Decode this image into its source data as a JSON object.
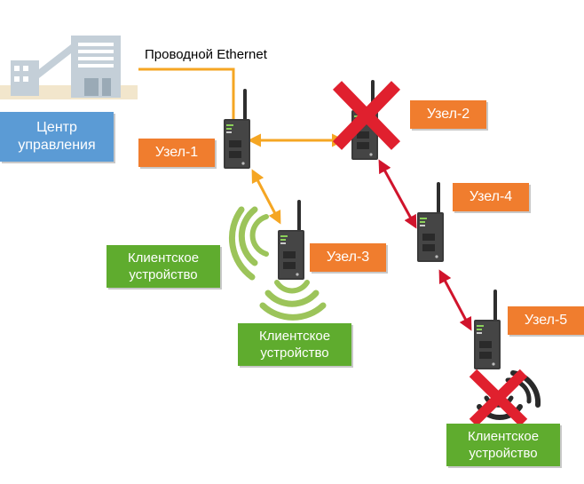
{
  "wired_link_label": "Проводной Ethernet",
  "control_center_label": "Центр\nуправления",
  "nodes": [
    {
      "id": "node-1",
      "label": "Узел-1",
      "status": "active"
    },
    {
      "id": "node-2",
      "label": "Узел-2",
      "status": "failed"
    },
    {
      "id": "node-3",
      "label": "Узел-3",
      "status": "active"
    },
    {
      "id": "node-4",
      "label": "Узел-4",
      "status": "active"
    },
    {
      "id": "node-5",
      "label": "Узел-5",
      "status": "active"
    }
  ],
  "clients": [
    {
      "id": "client-left",
      "label": "Клиентское\nустройство"
    },
    {
      "id": "client-bottom",
      "label": "Клиентское\nустройство"
    },
    {
      "id": "client-right",
      "label": "Клиентское\nустройство",
      "status": "failed"
    }
  ],
  "links": [
    {
      "from": "control-center",
      "to": "node-1",
      "type": "wired"
    },
    {
      "from": "node-1",
      "to": "node-2",
      "type": "wireless-ok"
    },
    {
      "from": "node-1",
      "to": "node-3",
      "type": "wireless-ok"
    },
    {
      "from": "node-2",
      "to": "node-4",
      "type": "wireless-broken"
    },
    {
      "from": "node-4",
      "to": "node-5",
      "type": "wireless-broken"
    }
  ],
  "colors": {
    "node_label": "#f07d2e",
    "client_label": "#5fac2e",
    "center_label": "#5b9bd5",
    "link_ok": "#f5a623",
    "link_broken": "#d0142c",
    "fail_cross": "#e0202e",
    "wifi": "#9cc45a"
  }
}
